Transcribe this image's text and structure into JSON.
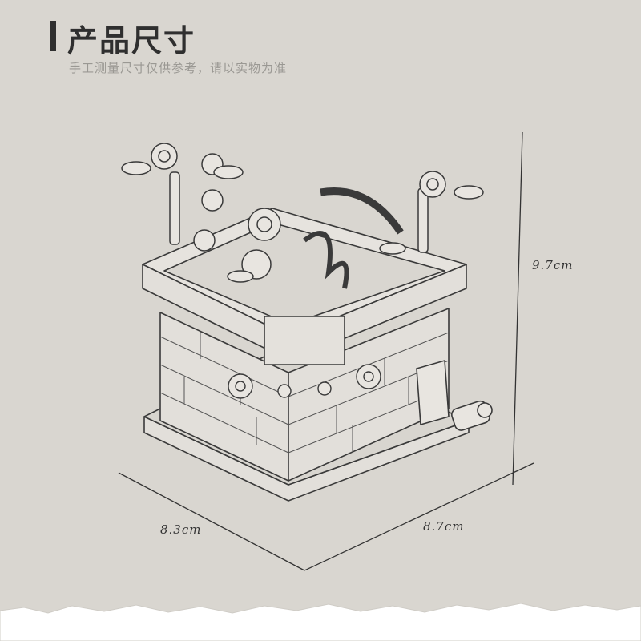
{
  "header": {
    "title": "产品尺寸",
    "subtitle": "手工测量尺寸仅供参考，请以实物为准"
  },
  "dimensions": {
    "height": "9.7cm",
    "width_left": "8.3cm",
    "width_right": "8.7cm"
  },
  "colors": {
    "background": "#d9d6d0",
    "line": "#333333",
    "bottom_paper": "#ffffff"
  }
}
